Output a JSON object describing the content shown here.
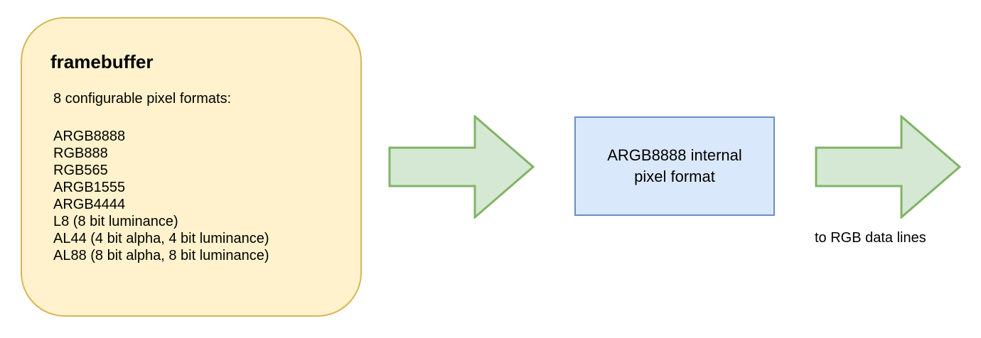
{
  "colors": {
    "framebuffer_fill": "#fff2cc",
    "framebuffer_border": "#d6b656",
    "arrow_fill": "#d5e8d4",
    "arrow_border": "#82b366",
    "internal_fill": "#dae8fc",
    "internal_border": "#6c8ebf"
  },
  "framebuffer": {
    "title": "framebuffer",
    "subtitle": "8 configurable pixel formats:",
    "formats": [
      "ARGB8888",
      "RGB888",
      "RGB565",
      "ARGB1555",
      "ARGB4444",
      "L8 (8 bit luminance)",
      "AL44 (4 bit alpha, 4 bit luminance)",
      "AL88 (8 bit alpha, 8 bit luminance)"
    ]
  },
  "internal": {
    "label": "ARGB8888 internal pixel format"
  },
  "output": {
    "label": "to RGB data lines"
  }
}
